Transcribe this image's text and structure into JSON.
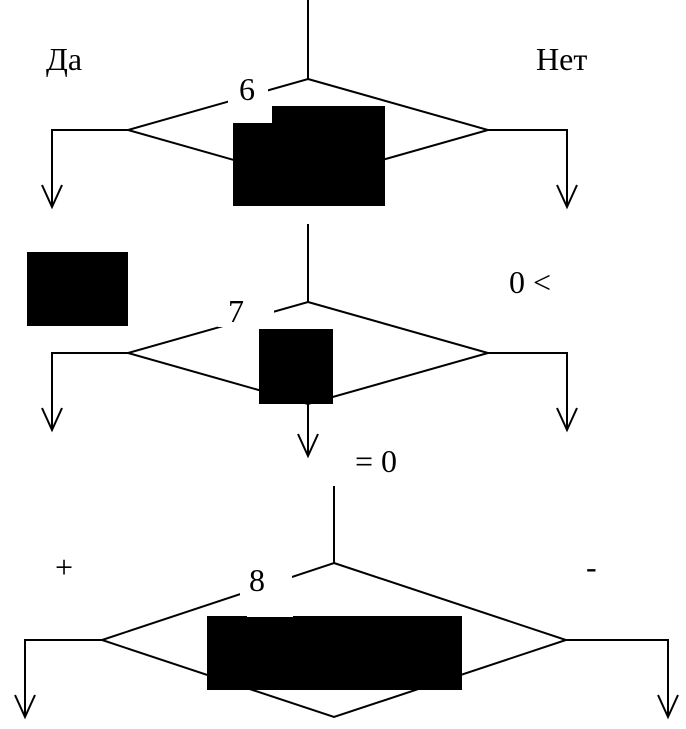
{
  "colors": {
    "line": "#000000",
    "background": "#ffffff",
    "redaction": "#000000"
  },
  "labels": {
    "yes": "Да",
    "no": "Нет",
    "block6_number": "6",
    "block7_number": "7",
    "block8_number": "8",
    "zero_less": "0 <",
    "equals_zero": "= 0",
    "plus": "+",
    "minus": "-"
  }
}
